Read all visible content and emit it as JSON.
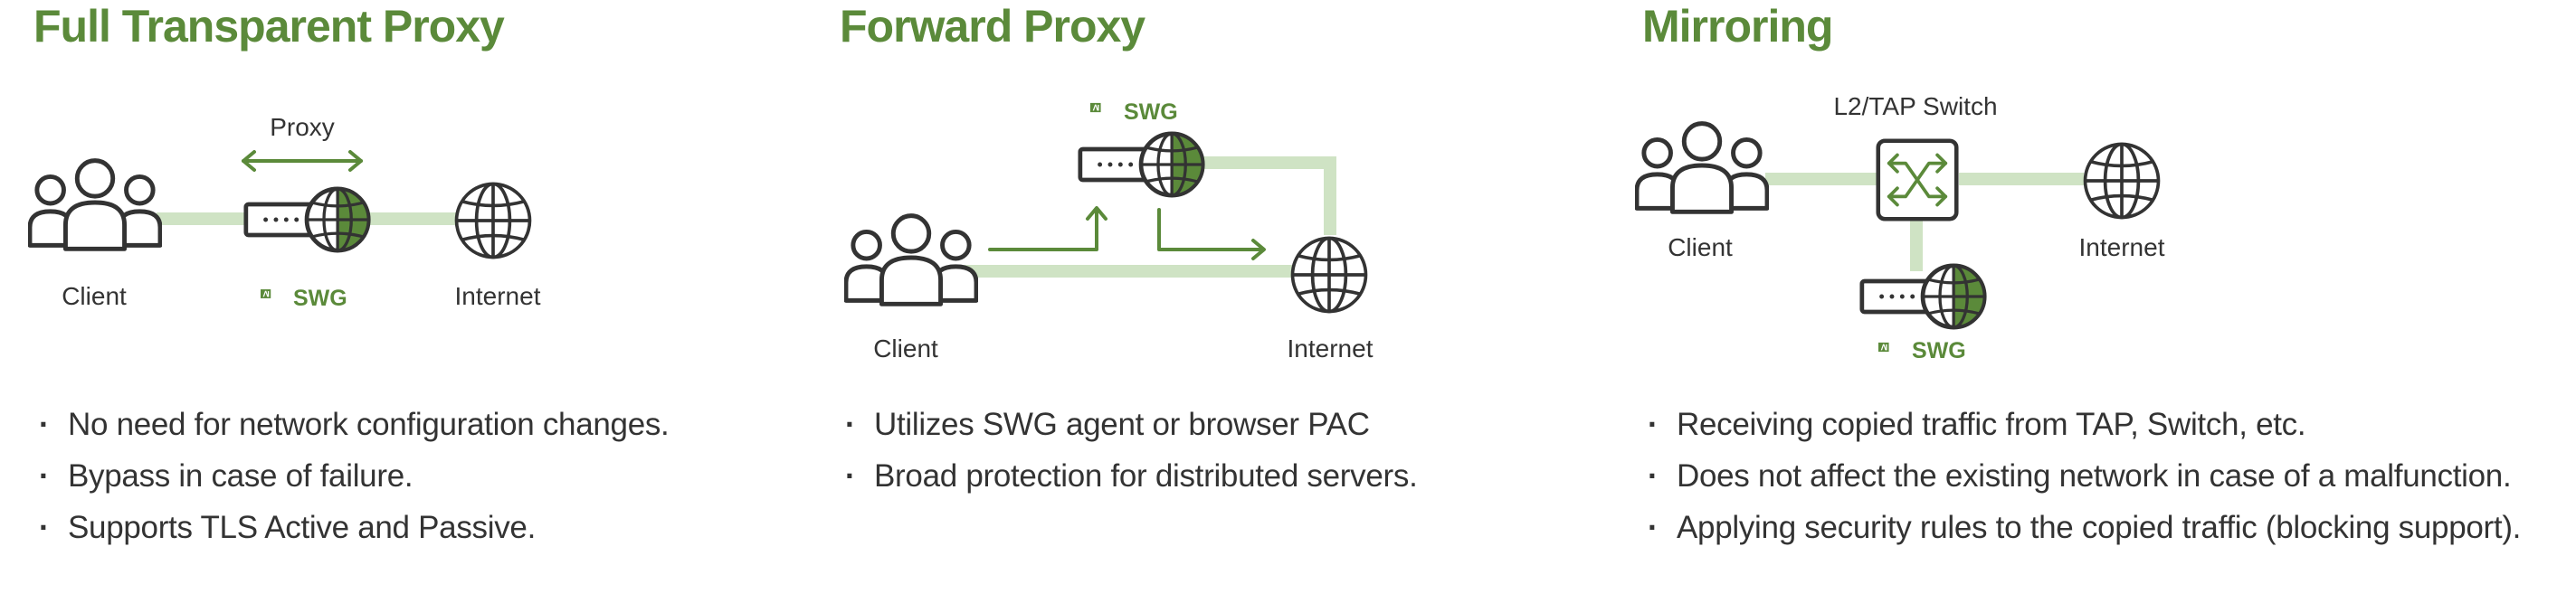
{
  "colors": {
    "accent": "#5b8a3a",
    "link_line": "#cfe3c4",
    "icon_stroke": "#333333"
  },
  "brand": {
    "ai": "AI",
    "swg": "SWG"
  },
  "bullet_char": "·",
  "icons": [
    "users-icon",
    "proxy-appliance-icon",
    "globe-icon",
    "switch-icon",
    "arrow-icon",
    "brand-logo"
  ],
  "panels": [
    {
      "title": "Full Transparent Proxy",
      "labels": {
        "proxy": "Proxy",
        "client": "Client",
        "internet": "Internet"
      },
      "bullets": [
        "No need for network configuration changes.",
        "Bypass in case of failure.",
        "Supports TLS Active and Passive."
      ]
    },
    {
      "title": "Forward Proxy",
      "labels": {
        "client": "Client",
        "internet": "Internet"
      },
      "bullets": [
        "Utilizes SWG agent or browser PAC",
        "Broad protection for distributed servers."
      ]
    },
    {
      "title": "Mirroring",
      "labels": {
        "switch": "L2/TAP Switch",
        "client": "Client",
        "internet": "Internet"
      },
      "bullets": [
        "Receiving copied traffic from TAP, Switch, etc.",
        "Does not affect the existing network in case of a malfunction.",
        "Applying security rules to the copied traffic (blocking support)."
      ]
    }
  ]
}
